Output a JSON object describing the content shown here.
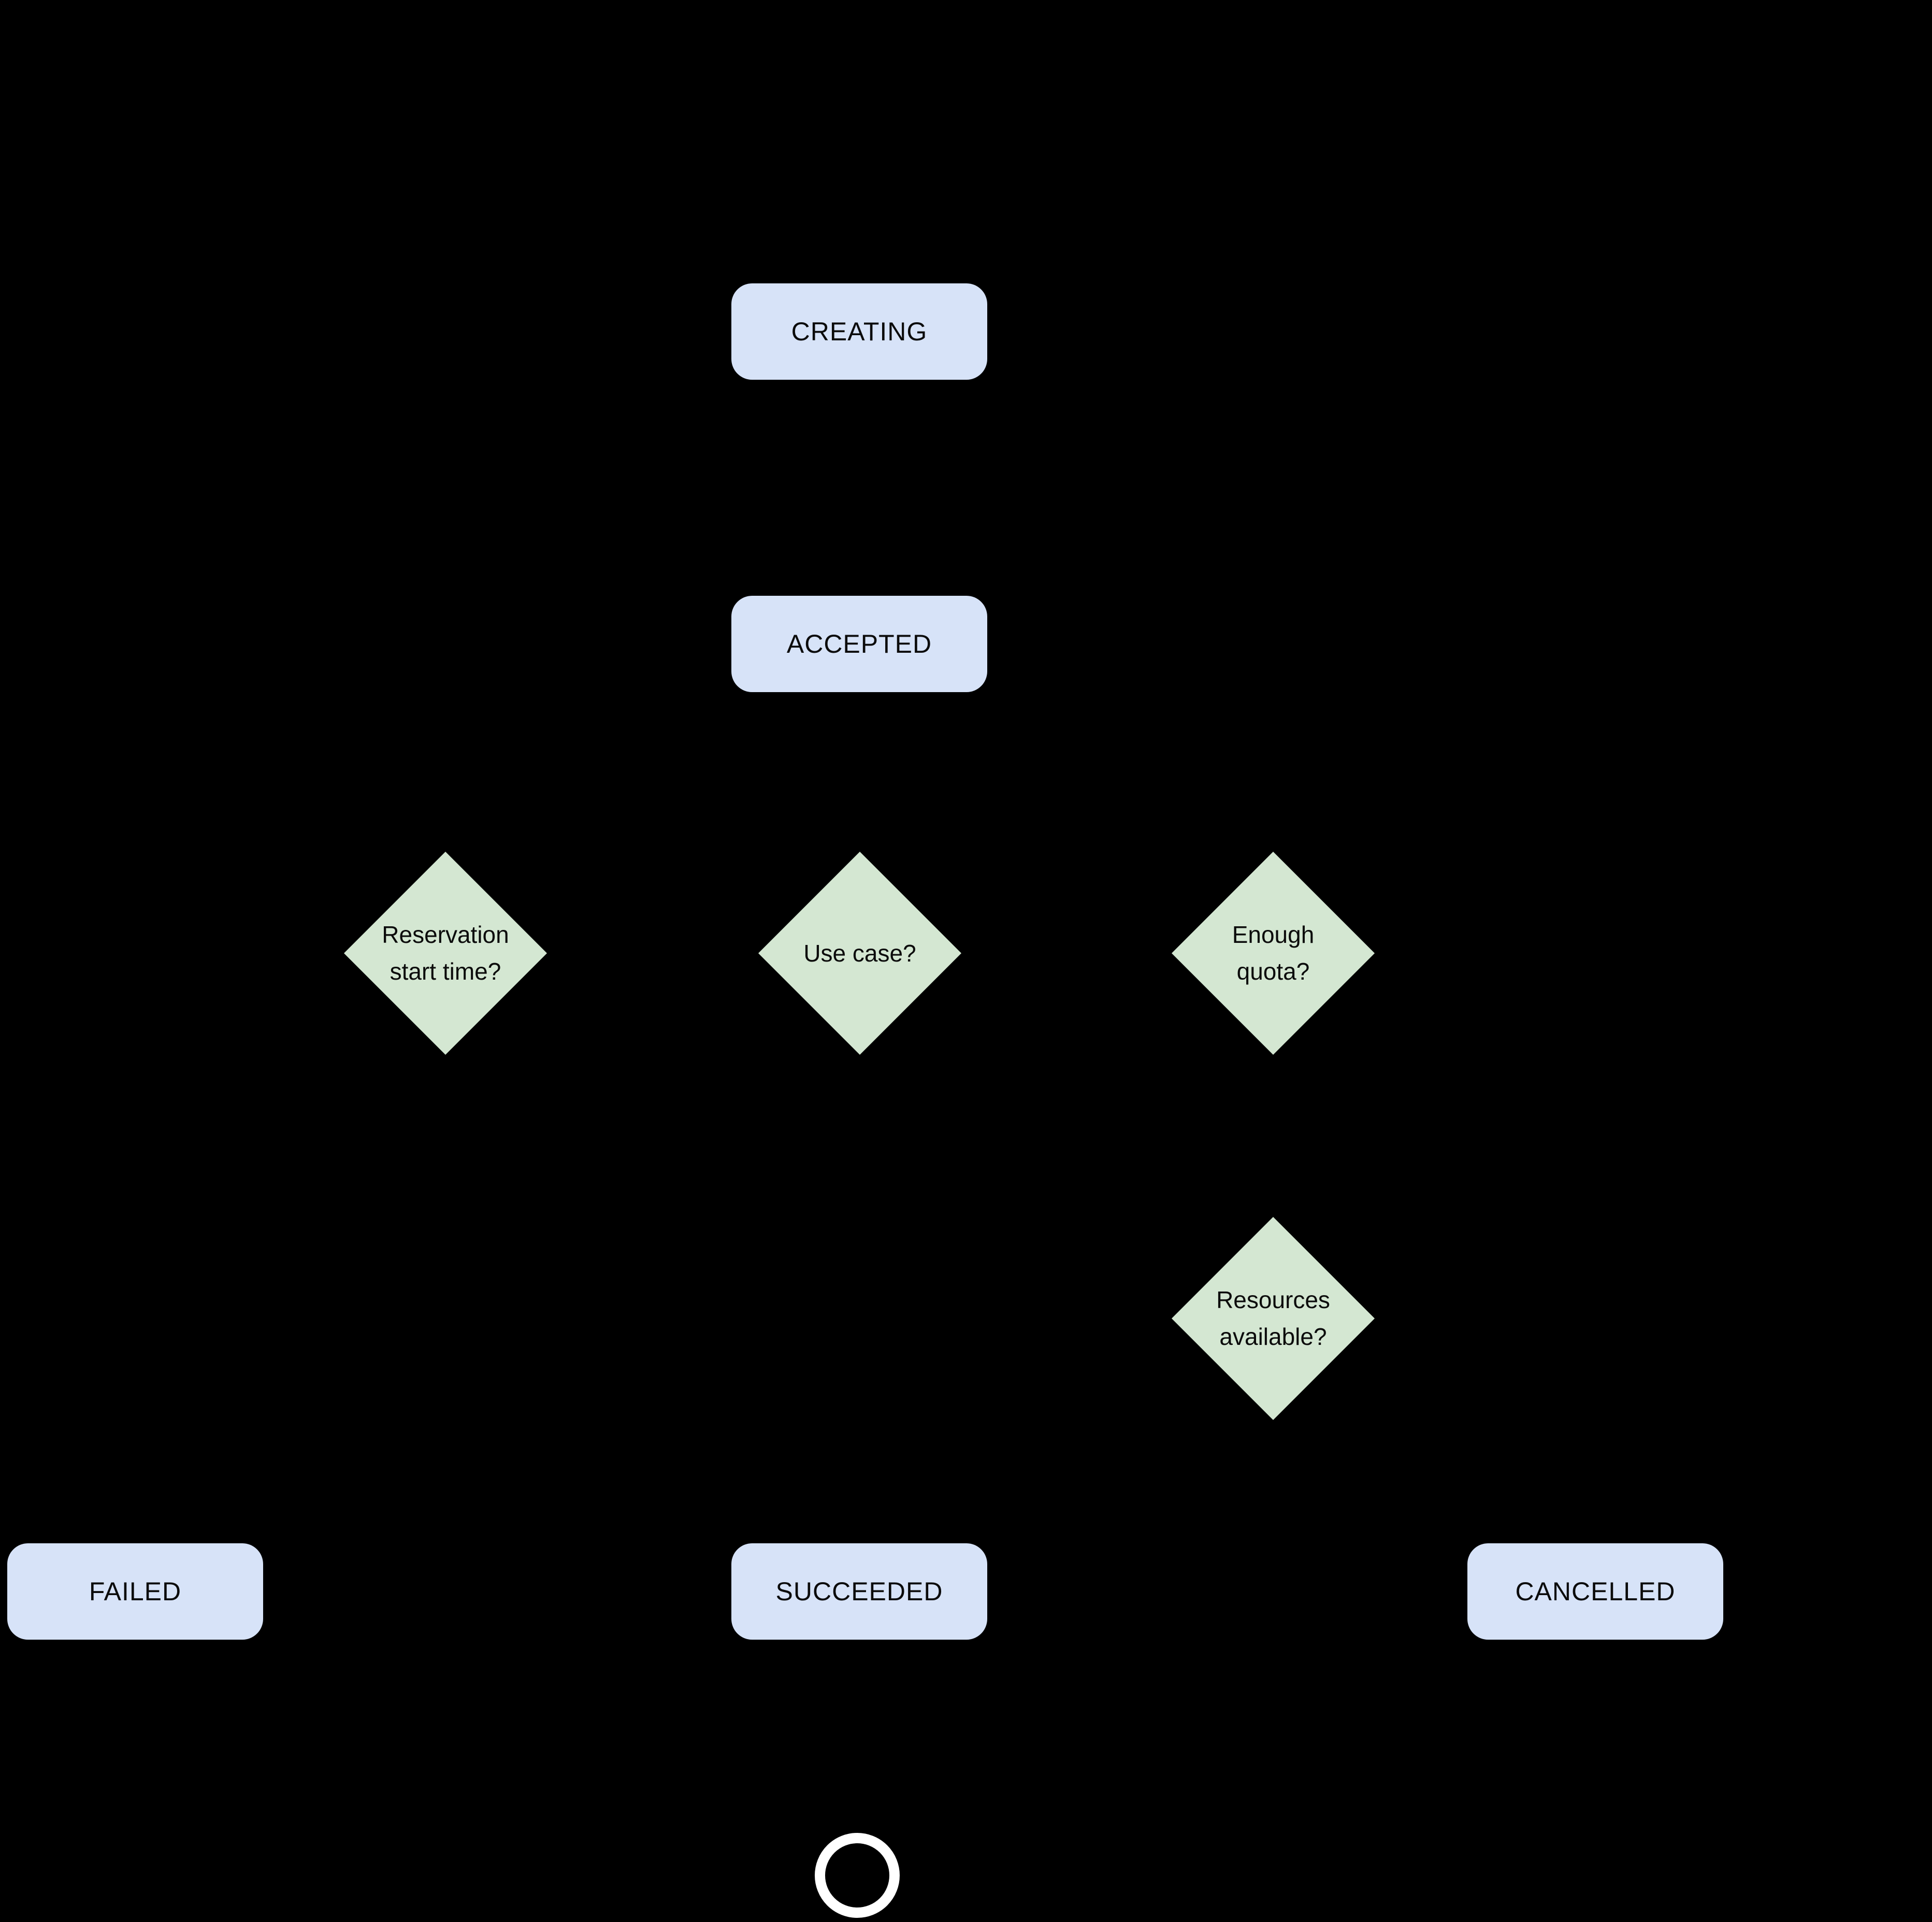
{
  "colors": {
    "background": "#000000",
    "state_fill": "#d7e3f8",
    "decision_fill": "#d4e7d2",
    "text_color": "#0b0b0b",
    "end_ring_color": "#ffffff"
  },
  "diagram": {
    "type": "state-flowchart",
    "states": {
      "creating": {
        "label": "CREATING"
      },
      "accepted": {
        "label": "ACCEPTED"
      },
      "failed": {
        "label": "FAILED"
      },
      "succeeded": {
        "label": "SUCCEEDED"
      },
      "cancelled": {
        "label": "CANCELLED"
      }
    },
    "decisions": {
      "reservation_start_time": {
        "label": "Reservation\nstart time?"
      },
      "use_case": {
        "label": "Use case?"
      },
      "enough_quota": {
        "label": "Enough\nquota?"
      },
      "resources_available": {
        "label": "Resources\navailable?"
      }
    },
    "end_marker": "terminal-end-circle",
    "notes": "Connector arrows and edge labels are not visible against the black background."
  }
}
